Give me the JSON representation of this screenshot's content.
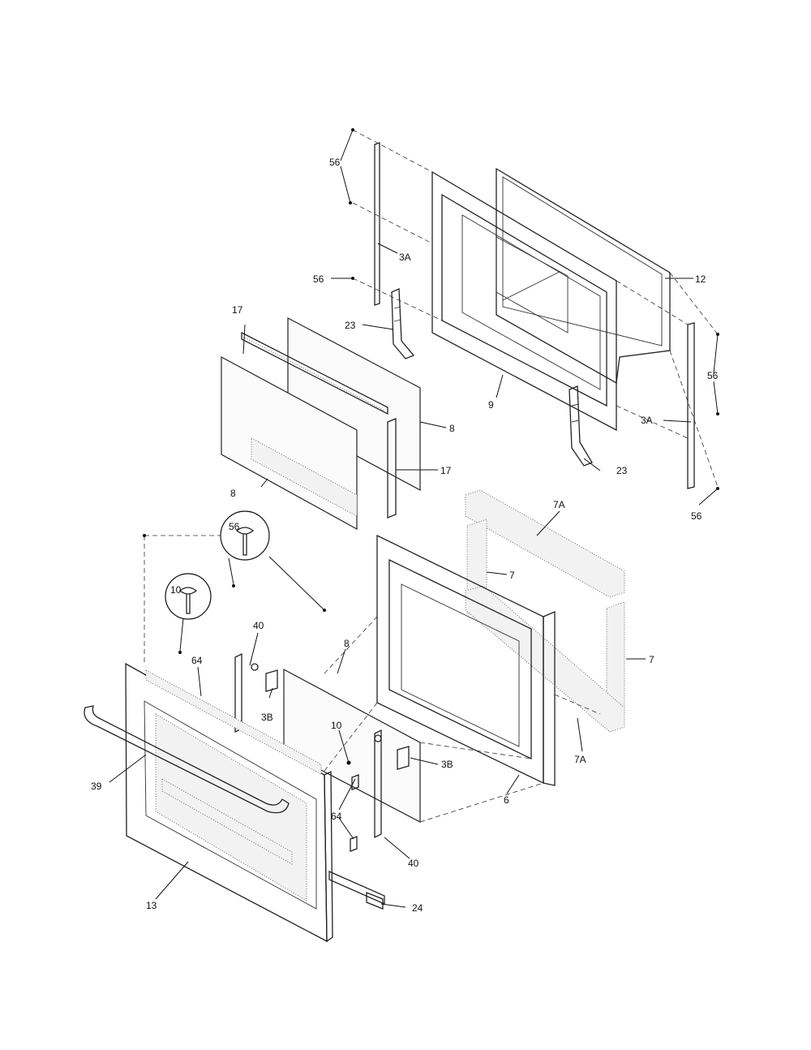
{
  "callouts": {
    "c56a": "56",
    "c3a_top": "3A",
    "c56b": "56",
    "c12": "12",
    "c23a": "23",
    "c17a": "17",
    "c56c": "56",
    "c9": "9",
    "c3a_right": "3A",
    "c8a": "8",
    "c17b": "17",
    "c8b": "8",
    "c23b": "23",
    "c56d": "56",
    "c7a_top": "7A",
    "c56e": "56",
    "c7_top": "7",
    "c10a": "10",
    "c40a": "40",
    "c8c": "8",
    "c7_right": "7",
    "c64a": "64",
    "c3b_a": "3B",
    "c10b": "10",
    "c3b_b": "3B",
    "c7a_bottom": "7A",
    "c39": "39",
    "c6": "6",
    "c64b": "64",
    "c40b": "40",
    "c13": "13",
    "c24": "24"
  }
}
